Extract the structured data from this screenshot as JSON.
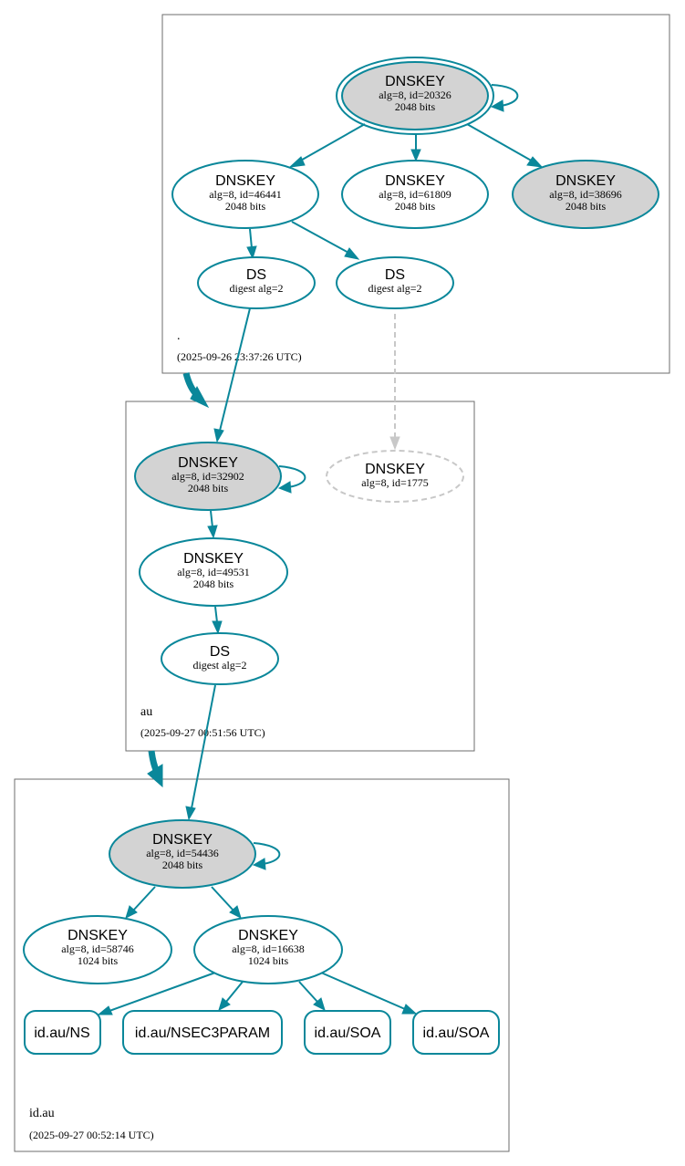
{
  "zones": {
    "root": {
      "name": ".",
      "timestamp": "(2025-09-26 23:37:26 UTC)"
    },
    "au": {
      "name": "au",
      "timestamp": "(2025-09-27 00:51:56 UTC)"
    },
    "idau": {
      "name": "id.au",
      "timestamp": "(2025-09-27 00:52:14 UTC)"
    }
  },
  "nodes": {
    "root_ksk": {
      "title": "DNSKEY",
      "line1": "alg=8, id=20326",
      "line2": "2048 bits"
    },
    "root_zsk1": {
      "title": "DNSKEY",
      "line1": "alg=8, id=46441",
      "line2": "2048 bits"
    },
    "root_zsk2": {
      "title": "DNSKEY",
      "line1": "alg=8, id=61809",
      "line2": "2048 bits"
    },
    "root_k3": {
      "title": "DNSKEY",
      "line1": "alg=8, id=38696",
      "line2": "2048 bits"
    },
    "root_ds1": {
      "title": "DS",
      "line1": "digest alg=2"
    },
    "root_ds2": {
      "title": "DS",
      "line1": "digest alg=2"
    },
    "au_ksk": {
      "title": "DNSKEY",
      "line1": "alg=8, id=32902",
      "line2": "2048 bits"
    },
    "au_missing": {
      "title": "DNSKEY",
      "line1": "alg=8, id=1775"
    },
    "au_zsk": {
      "title": "DNSKEY",
      "line1": "alg=8, id=49531",
      "line2": "2048 bits"
    },
    "au_ds": {
      "title": "DS",
      "line1": "digest alg=2"
    },
    "idau_ksk": {
      "title": "DNSKEY",
      "line1": "alg=8, id=54436",
      "line2": "2048 bits"
    },
    "idau_k2": {
      "title": "DNSKEY",
      "line1": "alg=8, id=58746",
      "line2": "1024 bits"
    },
    "idau_zsk": {
      "title": "DNSKEY",
      "line1": "alg=8, id=16638",
      "line2": "1024 bits"
    }
  },
  "rrsets": {
    "ns": "id.au/NS",
    "nsec3param": "id.au/NSEC3PARAM",
    "soa1": "id.au/SOA",
    "soa2": "id.au/SOA"
  },
  "colors": {
    "edge": "#0a879a",
    "sep_fill": "#d3d3d3",
    "missing": "#c8c8c8"
  }
}
